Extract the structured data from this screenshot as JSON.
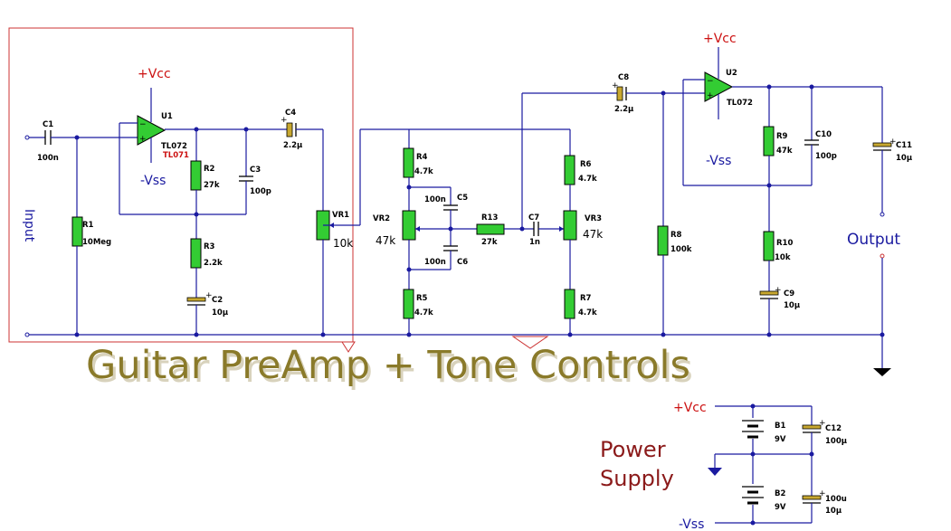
{
  "title": "Guitar PreAmp + Tone Controls",
  "labels": {
    "input": "Input",
    "output": "Output",
    "vcc": "+Vcc",
    "vss": "-Vss",
    "power_supply_line1": "Power",
    "power_supply_line2": "Supply"
  },
  "components": {
    "c1": {
      "ref": "C1",
      "value": "100n"
    },
    "r1": {
      "ref": "R1",
      "value": "10Meg"
    },
    "u1": {
      "ref": "U1",
      "value": "TL072",
      "alt": "TL071"
    },
    "r2": {
      "ref": "R2",
      "value": "27k"
    },
    "r3": {
      "ref": "R3",
      "value": "2.2k"
    },
    "c2": {
      "ref": "C2",
      "value": "10µ"
    },
    "c3": {
      "ref": "C3",
      "value": "100p"
    },
    "c4": {
      "ref": "C4",
      "value": "2.2µ"
    },
    "vr1": {
      "ref": "VR1",
      "value": "10k"
    },
    "r4": {
      "ref": "R4",
      "value": "4.7k"
    },
    "r5": {
      "ref": "R5",
      "value": "4.7k"
    },
    "vr2": {
      "ref": "VR2",
      "value": "47k"
    },
    "c5": {
      "ref": "C5",
      "value": "100n"
    },
    "c6": {
      "ref": "C6",
      "value": "100n"
    },
    "r13": {
      "ref": "R13",
      "value": "27k"
    },
    "c7": {
      "ref": "C7",
      "value": "1n"
    },
    "r6": {
      "ref": "R6",
      "value": "4.7k"
    },
    "r7": {
      "ref": "R7",
      "value": "4.7k"
    },
    "vr3": {
      "ref": "VR3",
      "value": "47k"
    },
    "c8": {
      "ref": "C8",
      "value": "2.2µ"
    },
    "r8": {
      "ref": "R8",
      "value": "100k"
    },
    "u2": {
      "ref": "U2",
      "value": "TL072"
    },
    "r9": {
      "ref": "R9",
      "value": "47k"
    },
    "c10": {
      "ref": "C10",
      "value": "100p"
    },
    "r10": {
      "ref": "R10",
      "value": "10k"
    },
    "c9": {
      "ref": "C9",
      "value": "10µ"
    },
    "c11": {
      "ref": "C11",
      "value": "10µ"
    },
    "b1": {
      "ref": "B1",
      "value": "9V"
    },
    "b2": {
      "ref": "B2",
      "value": "9V"
    },
    "c12": {
      "ref": "C12",
      "value": "100µ"
    },
    "c13": {
      "ref": "100u",
      "value": "10µ"
    }
  },
  "colors": {
    "wire": "#1a1aa0",
    "component_fill": "#33cc33",
    "supply_label": "#cc1111",
    "title_text": "#8a7a2a",
    "power_supply_label": "#8b1a1a",
    "highlight_box": "#cc3333"
  }
}
